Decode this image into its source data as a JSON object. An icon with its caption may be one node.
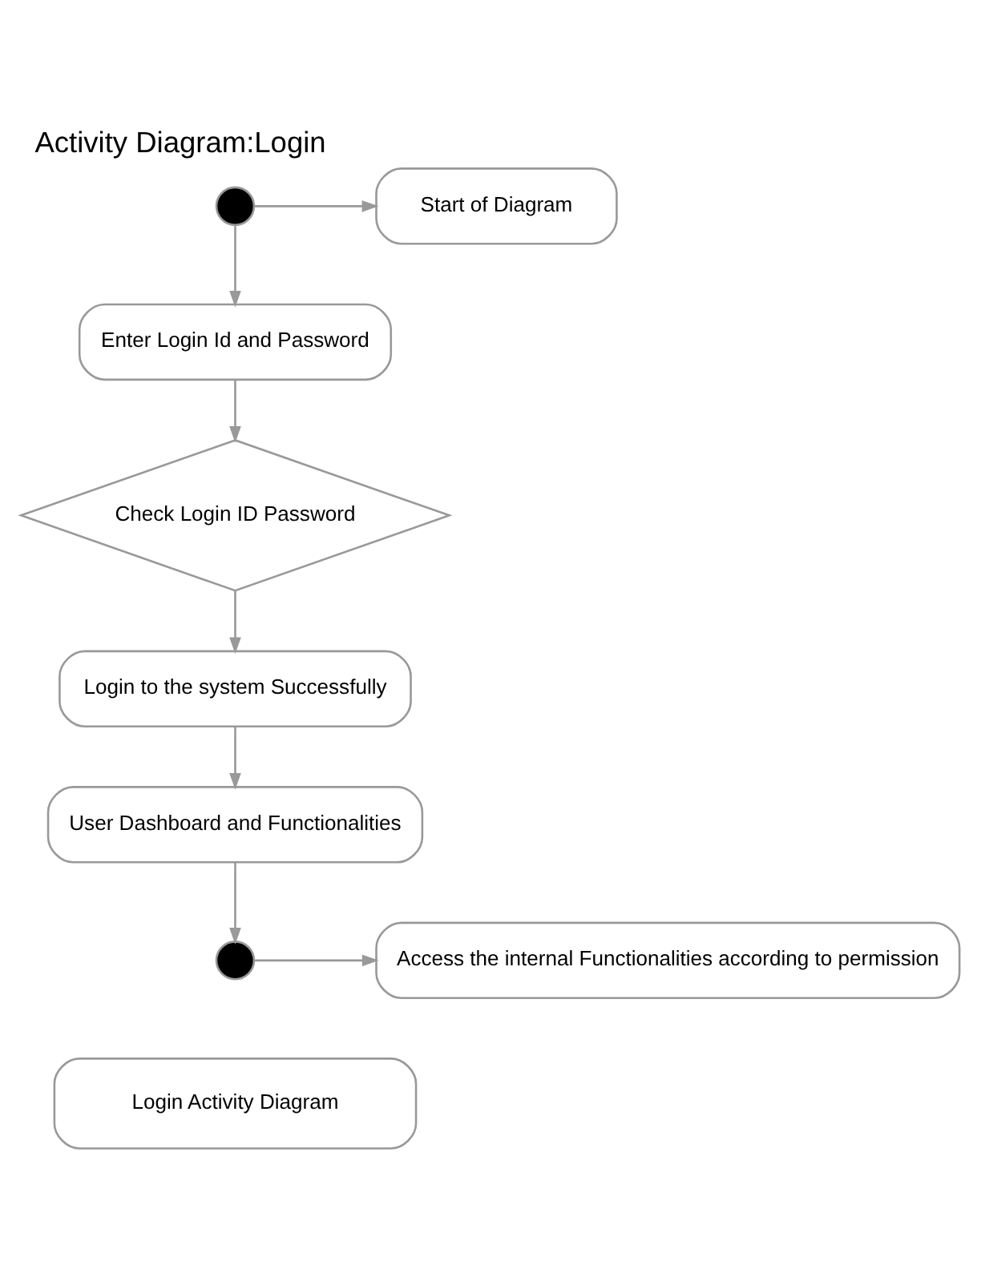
{
  "diagram": {
    "title": "Activity Diagram:Login",
    "nodes": [
      {
        "text": [
          "Start of Diagram"
        ]
      },
      {
        "text": [],
        "shape": "circle"
      },
      {
        "text": [
          "Enter Login Id and Password"
        ]
      },
      {
        "text": [
          "Check Login ID Password"
        ]
      },
      {
        "text": [
          "Login to the system Successfully"
        ]
      },
      {
        "text": [
          "User Dashboard and Functionalities"
        ]
      },
      {
        "text": [],
        "shape": "circle"
      },
      {
        "text": [
          "Access the internal Functionalities according to permission"
        ]
      },
      {
        "text": [
          "Login Activity Diagram"
        ]
      }
    ],
    "edges": [
      {
        "from": 1,
        "to": 0,
        "arrow": "to"
      },
      {
        "from": 1,
        "to": 2,
        "arrow": "to"
      },
      {
        "from": 2,
        "to": 3,
        "arrow": "to"
      },
      {
        "from": 3,
        "to": 4,
        "arrow": "to"
      },
      {
        "from": 4,
        "to": 5,
        "arrow": "to"
      },
      {
        "from": 5,
        "to": 6,
        "arrow": "to"
      },
      {
        "from": 6,
        "to": 7,
        "arrow": "to"
      }
    ]
  }
}
